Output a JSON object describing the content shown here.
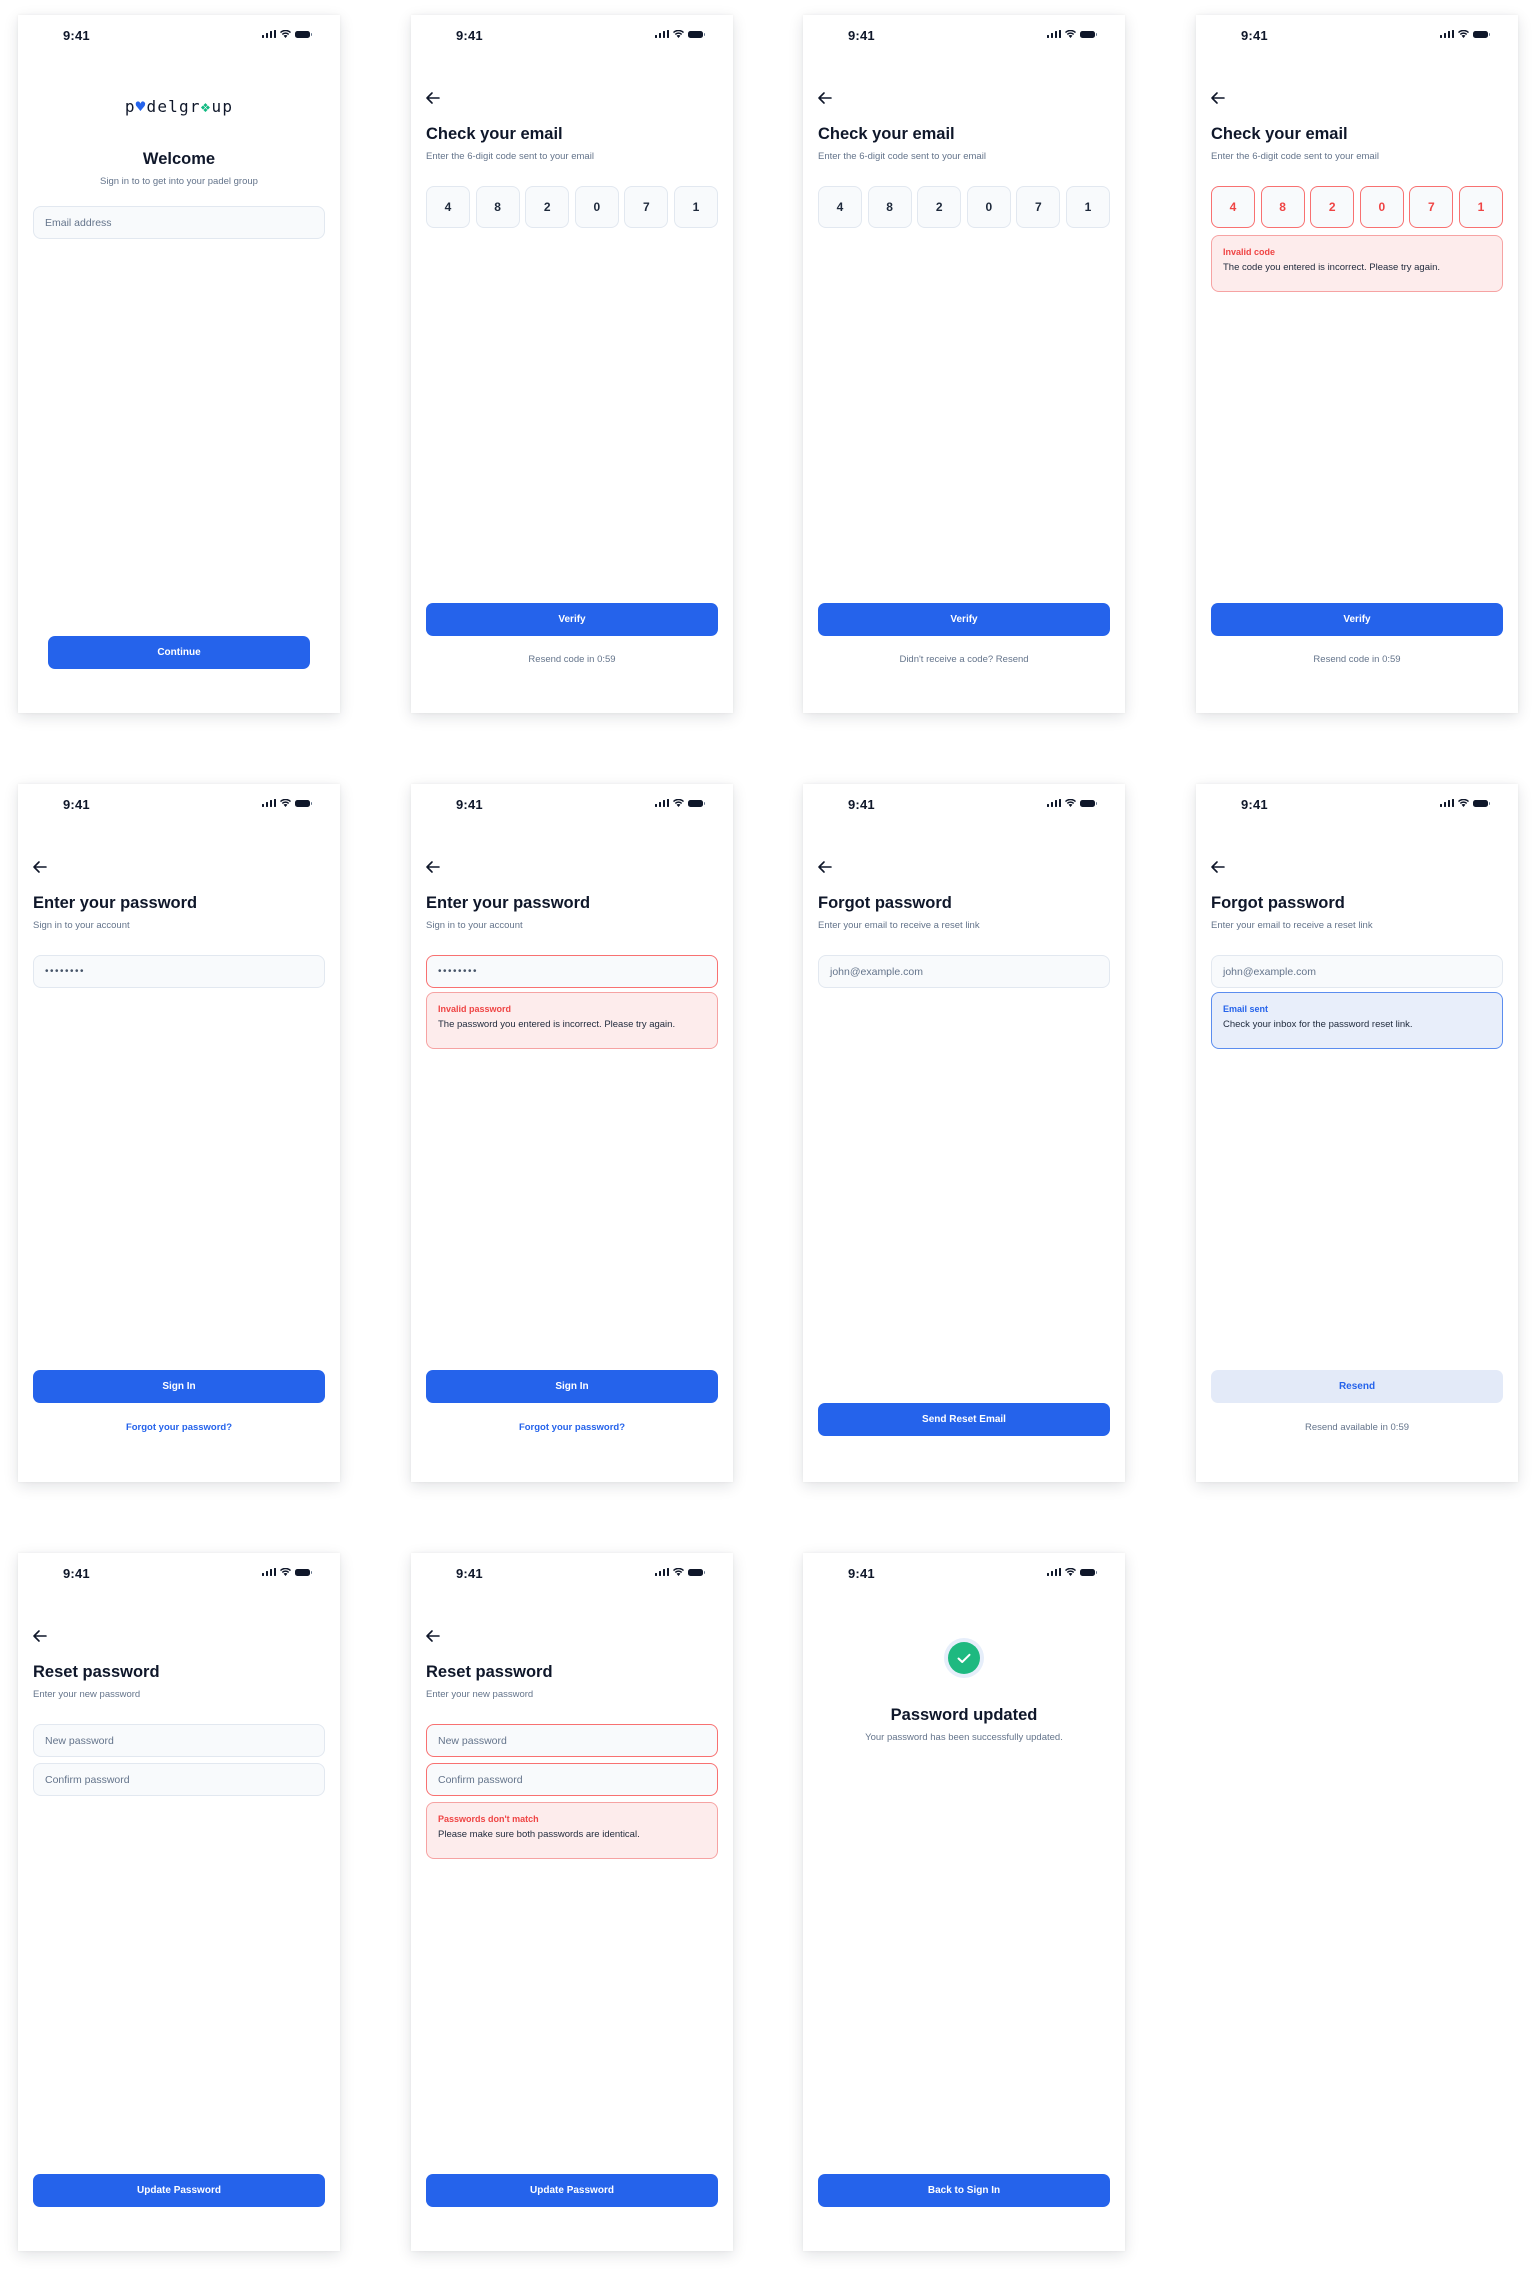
{
  "status_bar": {
    "time": "9:41",
    "icons": [
      "cellular-signal-icon",
      "wifi-icon",
      "battery-icon"
    ]
  },
  "colors": {
    "primary": "#2563eb",
    "error": "#ef4444",
    "error_bg": "#fdecec",
    "info_bg": "#e8eefa",
    "success": "#1eb980",
    "text": "#0f172a",
    "muted": "#64748b"
  },
  "screens": {
    "welcome": {
      "logo": {
        "p1": "p",
        "o1": "♥",
        "mid": "delgr",
        "o2": "❖",
        "end": "up"
      },
      "title": "Welcome",
      "subtitle": "Sign in to to get into your padel group",
      "email_placeholder": "Email address",
      "continue_button": "Continue"
    },
    "verify_default": {
      "title": "Check your email",
      "subtitle": "Enter the 6-digit code sent to your email",
      "code": [
        "4",
        "8",
        "2",
        "0",
        "7",
        "1"
      ],
      "verify_button": "Verify",
      "helper": "Resend code in 0:59"
    },
    "verify_resend": {
      "title": "Check your email",
      "subtitle": "Enter the 6-digit code sent to your email",
      "code": [
        "4",
        "8",
        "2",
        "0",
        "7",
        "1"
      ],
      "verify_button": "Verify",
      "helper_prefix": "Didn't receive a code?",
      "helper_link": "Resend"
    },
    "verify_error": {
      "title": "Check your email",
      "subtitle": "Enter the 6-digit code sent to your email",
      "code": [
        "4",
        "8",
        "2",
        "0",
        "7",
        "1"
      ],
      "alert_title": "Invalid code",
      "alert_body": "The code you entered is incorrect. Please try again.",
      "verify_button": "Verify",
      "helper": "Resend code in 0:59"
    },
    "password": {
      "title": "Enter your password",
      "subtitle": "Sign in to your account",
      "password_value": "••••••••",
      "sign_in_button": "Sign In",
      "forgot_link": "Forgot your password?"
    },
    "password_error": {
      "title": "Enter your password",
      "subtitle": "Sign in to your account",
      "password_value": "••••••••",
      "alert_title": "Invalid password",
      "alert_body": "The password you entered is incorrect. Please try again.",
      "sign_in_button": "Sign In",
      "forgot_link": "Forgot your password?"
    },
    "forgot": {
      "title": "Forgot password",
      "subtitle": "Enter your email to receive a reset link",
      "email_placeholder": "john@example.com",
      "send_button": "Send Reset Email"
    },
    "forgot_sent": {
      "title": "Forgot password",
      "subtitle": "Enter your email to receive a reset link",
      "email_placeholder": "john@example.com",
      "alert_title": "Email sent",
      "alert_body": "Check your inbox for the password reset link.",
      "resend_button": "Resend",
      "helper": "Resend available in 0:59"
    },
    "reset": {
      "title": "Reset password",
      "subtitle": "Enter your new password",
      "new_placeholder": "New password",
      "confirm_placeholder": "Confirm password",
      "update_button": "Update Password"
    },
    "reset_error": {
      "title": "Reset password",
      "subtitle": "Enter your new password",
      "new_placeholder": "New password",
      "confirm_placeholder": "Confirm password",
      "alert_title": "Passwords don't match",
      "alert_body": "Please make sure both passwords are identical.",
      "update_button": "Update Password"
    },
    "updated": {
      "title": "Password updated",
      "subtitle": "Your password has been successfully updated.",
      "back_button": "Back to Sign In"
    }
  }
}
